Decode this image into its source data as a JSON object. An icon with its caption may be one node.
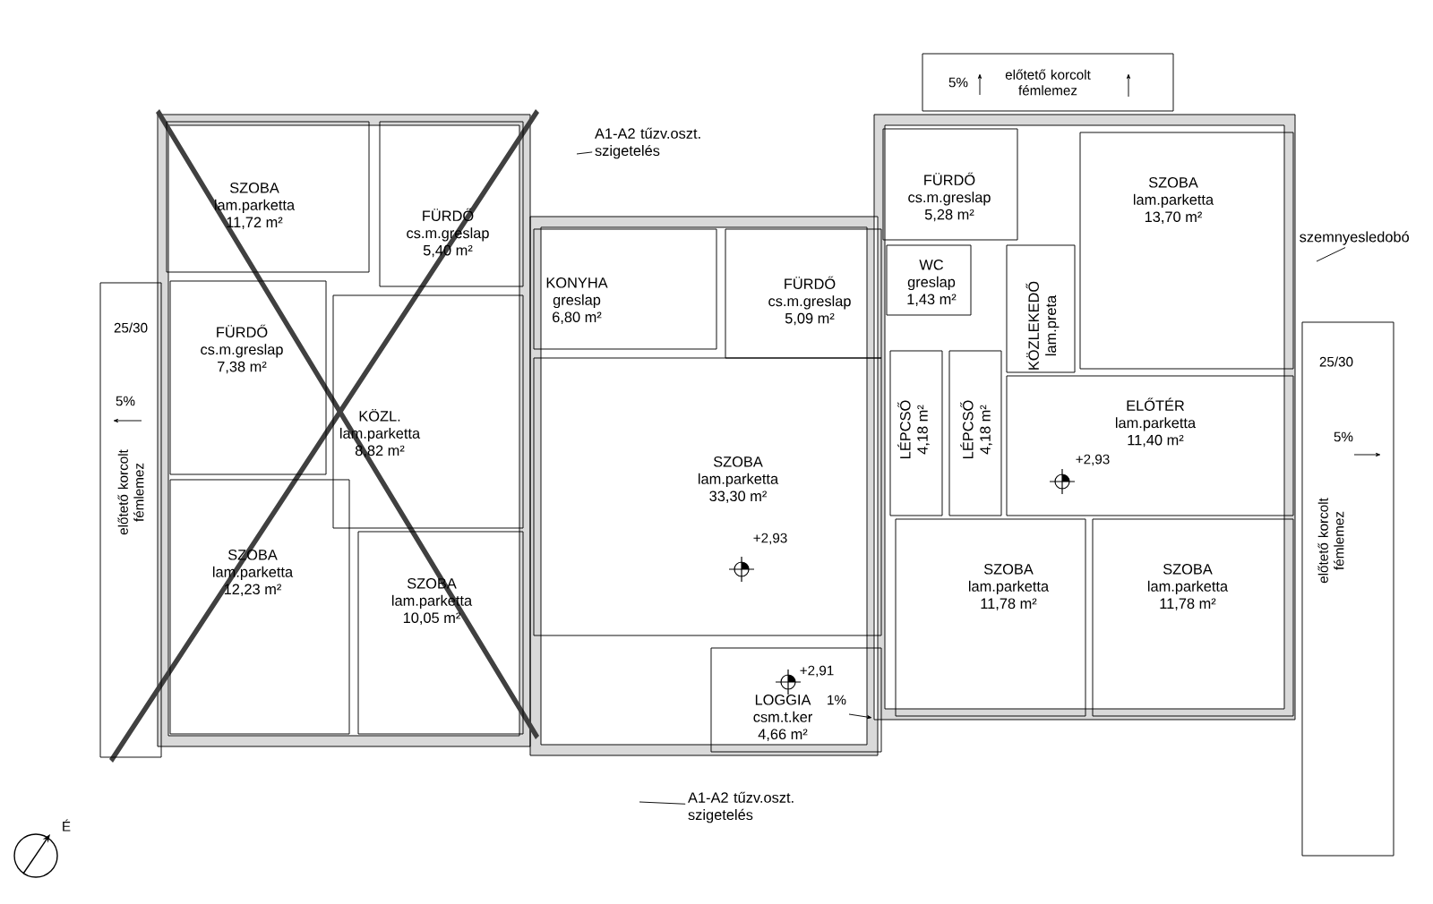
{
  "diagram": {
    "nodes": [
      {
        "text": [
          "5%",
          "előtető korcolt fémlemez"
        ]
      },
      {
        "text": [
          "A1-A2 tűzv.oszt. szigetelés"
        ]
      },
      {
        "text": [
          "SZOBA",
          "lam.parketta",
          "11,72 m²"
        ]
      },
      {
        "text": [
          "FÜRDŐ",
          "cs.m.greslap",
          "5,40 m²"
        ]
      },
      {
        "text": [
          "FÜRDŐ",
          "cs.m.greslap",
          "5,28 m²"
        ]
      },
      {
        "text": [
          "SZOBA",
          "lam.parketta",
          "13,70 m²"
        ]
      },
      {
        "text": [
          "szemnyesledobó"
        ]
      },
      {
        "text": [
          "WC",
          "greslap",
          "1,43 m²"
        ]
      },
      {
        "text": [
          "25/30",
          "5%",
          "előtető korcolt fémlemez"
        ]
      },
      {
        "text": [
          "FÜRDŐ",
          "cs.m.greslap",
          "7,38 m²"
        ]
      },
      {
        "text": [
          "KONYHA",
          "greslap",
          "6,80 m²"
        ]
      },
      {
        "text": [
          "FÜRDŐ",
          "cs.m.greslap",
          "5,09 m²"
        ]
      },
      {
        "text": [
          "KÖZLEKEDŐ",
          "lam.preta"
        ]
      },
      {
        "text": [
          "25/30",
          "5%",
          "előtető korcolt fémlemez"
        ]
      },
      {
        "text": [
          "KÖZL.",
          "lam.parketta",
          "8,82 m²"
        ]
      },
      {
        "text": [
          "LÉPCSŐ",
          "4,18 m²"
        ]
      },
      {
        "text": [
          "LÉPCSŐ",
          "4,18 m²"
        ]
      },
      {
        "text": [
          "ELŐTÉR",
          "lam.parketta",
          "11,40 m²"
        ]
      },
      {
        "text": [
          "SZOBA",
          "lam.parketta",
          "33,30 m²"
        ]
      },
      {
        "text": [
          "SZOBA",
          "lam.parketta",
          "12,23 m²"
        ]
      },
      {
        "text": [
          "SZOBA",
          "lam.parketta",
          "10,05 m²"
        ]
      },
      {
        "text": [
          "SZOBA",
          "lam.parketta",
          "11,78 m²"
        ]
      },
      {
        "text": [
          "SZOBA",
          "lam.parketta",
          "11,78 m²"
        ]
      },
      {
        "text": [
          "LOGGIA",
          "csm.t.ker",
          "4,66 m²"
        ]
      },
      {
        "text": [
          "A1-A2 tűzv.oszt. szigetelés"
        ]
      }
    ],
    "edges": [
      {
        "from": 1,
        "to": null,
        "arrow": "none"
      },
      {
        "from": 24,
        "to": null,
        "arrow": "none"
      },
      {
        "from": 6,
        "to": null,
        "arrow": "none"
      }
    ],
    "labels": [
      "+2,93",
      "+2,93",
      "+2,91",
      "1%",
      "É"
    ]
  }
}
